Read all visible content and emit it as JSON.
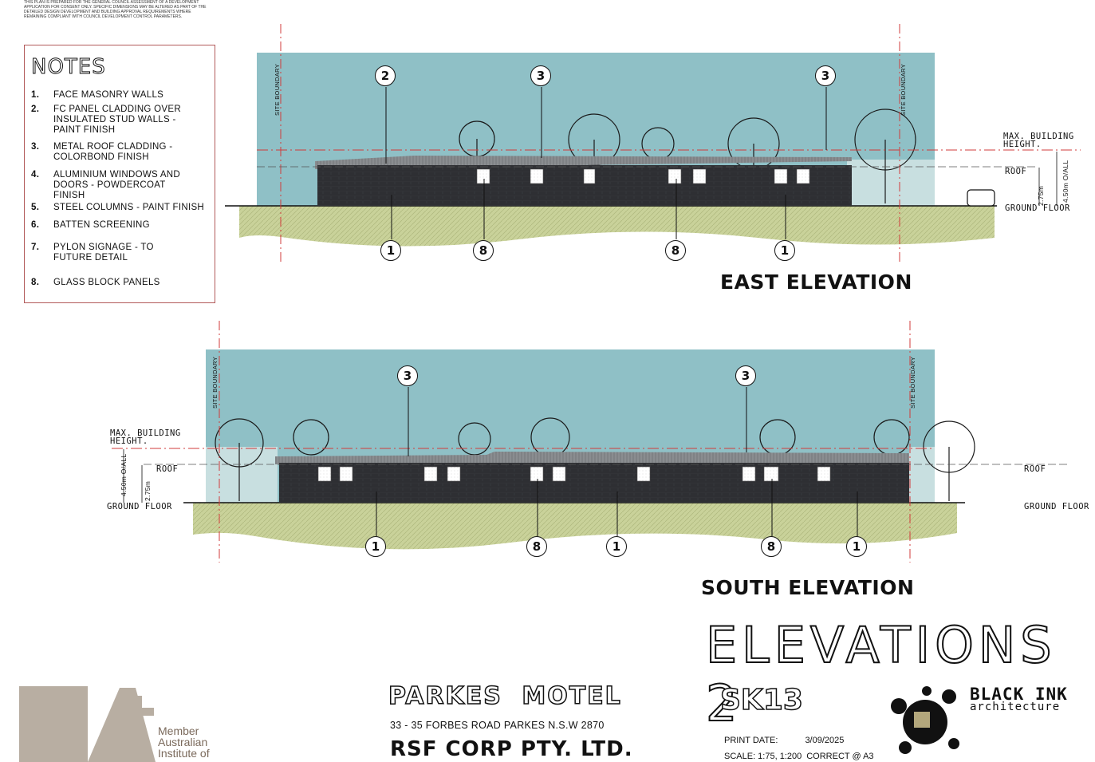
{
  "disclaimer": "This plan is prepared for the general council assessment of a development application for consent only. Specific dimensions may be altered as part of the detailed design development and building approval requirements where remaining compliant with council development control parameters.",
  "notes": {
    "title": "NOTES",
    "items": [
      {
        "num": "1.",
        "text": "FACE MASONRY WALLS"
      },
      {
        "num": "2.",
        "text": "FC PANEL CLADDING OVER INSULATED STUD WALLS - PAINT FINISH"
      },
      {
        "num": "3.",
        "text": "METAL ROOF CLADDING - COLORBOND FINISH"
      },
      {
        "num": "4.",
        "text": "ALUMINIUM WINDOWS AND DOORS - POWDERCOAT FINISH"
      },
      {
        "num": "5.",
        "text": "STEEL COLUMNS - PAINT FINISH"
      },
      {
        "num": "6.",
        "text": "BATTEN SCREENING"
      },
      {
        "num": "7.",
        "text": "PYLON SIGNAGE - TO FUTURE DETAIL"
      },
      {
        "num": "8.",
        "text": "GLASS BLOCK PANELS"
      }
    ]
  },
  "east": {
    "title": "EAST ELEVATION",
    "site_boundary": "SITE BOUNDARY",
    "max_height": "MAX. BUILDING HEIGHT.",
    "roof": "ROOF",
    "ground": "GROUND FLOOR",
    "dim1": "2.75m",
    "dim2": "4.50m O/ALL",
    "tags_top": [
      "2",
      "3",
      "3"
    ],
    "tags_bottom": [
      "1",
      "8",
      "8",
      "1"
    ]
  },
  "south": {
    "title": "SOUTH ELEVATION",
    "site_boundary": "SITE BOUNDARY",
    "max_height": "MAX. BUILDING HEIGHT.",
    "roof": "ROOF",
    "ground": "GROUND FLOOR",
    "dim1": "2.75m",
    "dim2": "4.50m O/ALL",
    "tags_top": [
      "3",
      "3"
    ],
    "tags_bottom": [
      "1",
      "8",
      "1",
      "8",
      "1"
    ]
  },
  "sheet": {
    "title": "ELEVATIONS 2",
    "number": "SK13",
    "project": "PARKES MOTEL",
    "address": "33 - 35 FORBES ROAD PARKES N.S.W 2870",
    "client": "RSF CORP PTY. LTD.",
    "print_label": "PRINT DATE:",
    "print_date": "3/09/2025",
    "scale_label": "SCALE: 1:75, 1:200",
    "scale_note": "CORRECT @ A3"
  },
  "firm": {
    "name": "BLACK INK",
    "sub": "architecture"
  },
  "member": {
    "line1": "Member",
    "line2": "Australian",
    "line3": "Institute of"
  },
  "colors": {
    "sky": "#8fc0c6",
    "sky_light": "#c8dfe0",
    "building": "#2e2f33",
    "roof": "#8a8d90",
    "grass": "#c9d29a",
    "datum_red": "#d23b3b",
    "aia_logo": "#b8aea2"
  }
}
